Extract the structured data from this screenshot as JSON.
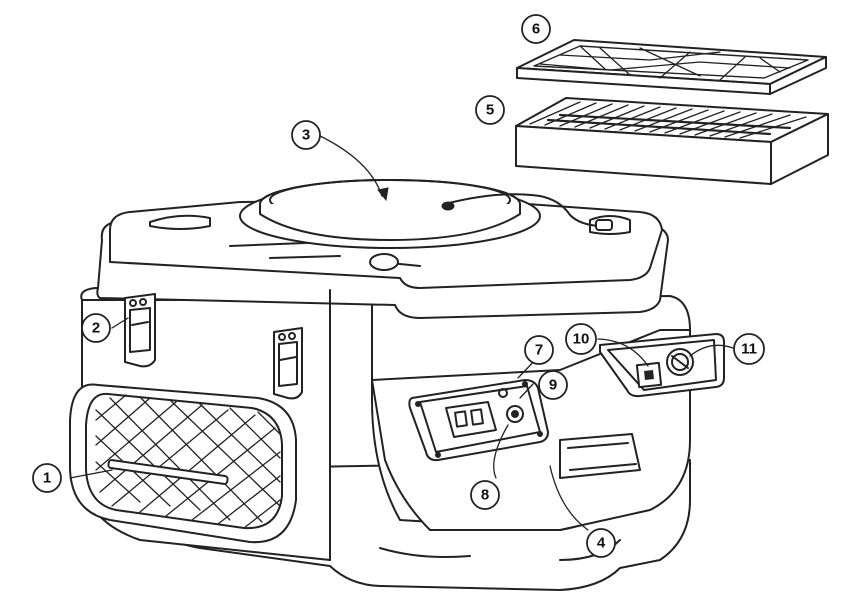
{
  "callouts": [
    {
      "id": "1",
      "label": "1"
    },
    {
      "id": "2",
      "label": "2"
    },
    {
      "id": "3",
      "label": "3"
    },
    {
      "id": "4",
      "label": "4"
    },
    {
      "id": "5",
      "label": "5"
    },
    {
      "id": "6",
      "label": "6"
    },
    {
      "id": "7",
      "label": "7"
    },
    {
      "id": "8",
      "label": "8"
    },
    {
      "id": "9",
      "label": "9"
    },
    {
      "id": "10",
      "label": "10"
    },
    {
      "id": "11",
      "label": "11"
    }
  ],
  "colors": {
    "line": "#222222",
    "background": "#ffffff"
  }
}
